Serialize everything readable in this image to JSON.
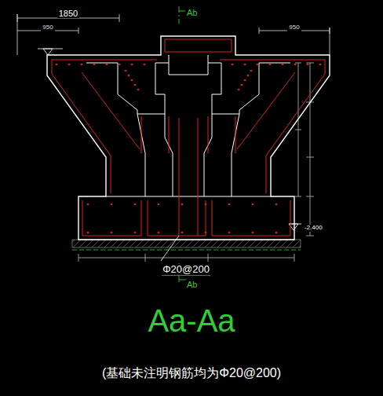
{
  "diagram": {
    "title": "Aa-Aa",
    "caption": "(基础未注明钢筋均为Φ20@200)",
    "labels": [
      "1850",
      "950",
      "950",
      "Ab",
      "Ab",
      "Φ20@200",
      "-2.400"
    ]
  }
}
